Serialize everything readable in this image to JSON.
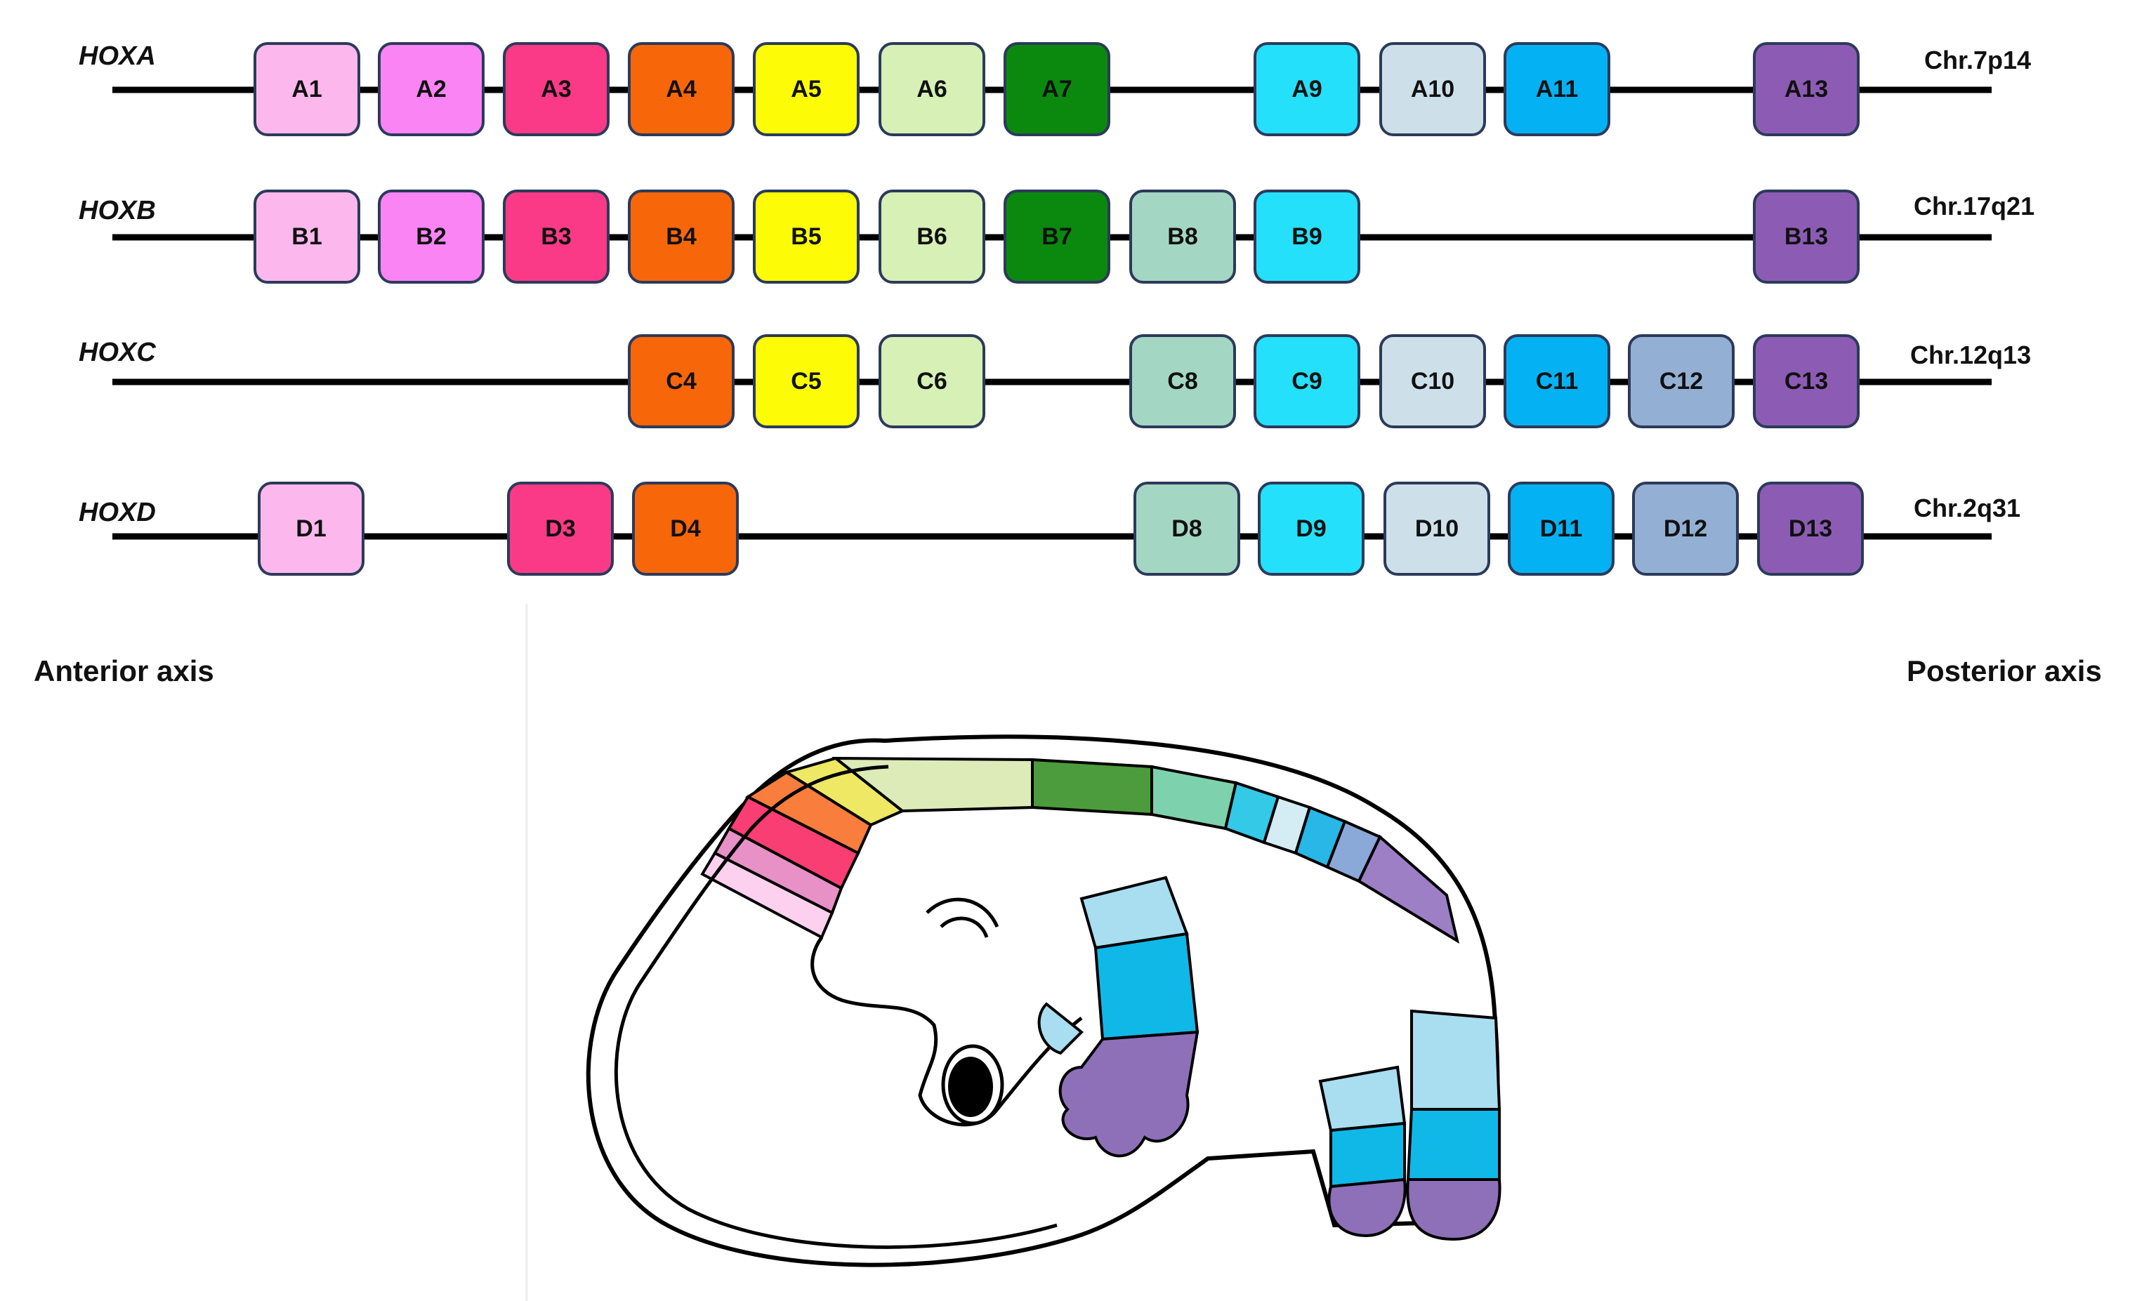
{
  "colors": {
    "1": "#fcb8ec",
    "2": "#fa84f4",
    "3": "#fa3a86",
    "4": "#f8660a",
    "5": "#fdfc06",
    "6": "#d7f0b6",
    "7": "#0b890f",
    "8": "#a4d6c4",
    "9": "#24e0fa",
    "10": "#cde0ea",
    "11": "#04b2f4",
    "12": "#93b0d4",
    "13": "#8c5cb4"
  },
  "clusters": [
    {
      "name": "HOXA",
      "chromosome": "Chr.7p14",
      "genes": [
        {
          "label": "A1",
          "paralog": 1
        },
        {
          "label": "A2",
          "paralog": 2
        },
        {
          "label": "A3",
          "paralog": 3
        },
        {
          "label": "A4",
          "paralog": 4
        },
        {
          "label": "A5",
          "paralog": 5
        },
        {
          "label": "A6",
          "paralog": 6
        },
        {
          "label": "A7",
          "paralog": 7
        },
        {
          "label": "A9",
          "paralog": 9
        },
        {
          "label": "A10",
          "paralog": 10
        },
        {
          "label": "A11",
          "paralog": 11
        },
        {
          "label": "A13",
          "paralog": 13
        }
      ]
    },
    {
      "name": "HOXB",
      "chromosome": "Chr.17q21",
      "genes": [
        {
          "label": "B1",
          "paralog": 1
        },
        {
          "label": "B2",
          "paralog": 2
        },
        {
          "label": "B3",
          "paralog": 3
        },
        {
          "label": "B4",
          "paralog": 4
        },
        {
          "label": "B5",
          "paralog": 5
        },
        {
          "label": "B6",
          "paralog": 6
        },
        {
          "label": "B7",
          "paralog": 7
        },
        {
          "label": "B8",
          "paralog": 8
        },
        {
          "label": "B9",
          "paralog": 9
        },
        {
          "label": "B13",
          "paralog": 13
        }
      ]
    },
    {
      "name": "HOXC",
      "chromosome": "Chr.12q13",
      "genes": [
        {
          "label": "C4",
          "paralog": 4
        },
        {
          "label": "C5",
          "paralog": 5
        },
        {
          "label": "C6",
          "paralog": 6
        },
        {
          "label": "C8",
          "paralog": 8
        },
        {
          "label": "C9",
          "paralog": 9
        },
        {
          "label": "C10",
          "paralog": 10
        },
        {
          "label": "C11",
          "paralog": 11
        },
        {
          "label": "C12",
          "paralog": 12
        },
        {
          "label": "C13",
          "paralog": 13
        }
      ]
    },
    {
      "name": "HOXD",
      "chromosome": "Chr.2q31",
      "genes": [
        {
          "label": "D1",
          "paralog": 1
        },
        {
          "label": "D3",
          "paralog": 3
        },
        {
          "label": "D4",
          "paralog": 4
        },
        {
          "label": "D8",
          "paralog": 8
        },
        {
          "label": "D9",
          "paralog": 9
        },
        {
          "label": "D10",
          "paralog": 10
        },
        {
          "label": "D11",
          "paralog": 11
        },
        {
          "label": "D12",
          "paralog": 12
        },
        {
          "label": "D13",
          "paralog": 13
        }
      ]
    }
  ],
  "axes": {
    "anterior": "Anterior axis",
    "posterior": "Posterior axis"
  }
}
